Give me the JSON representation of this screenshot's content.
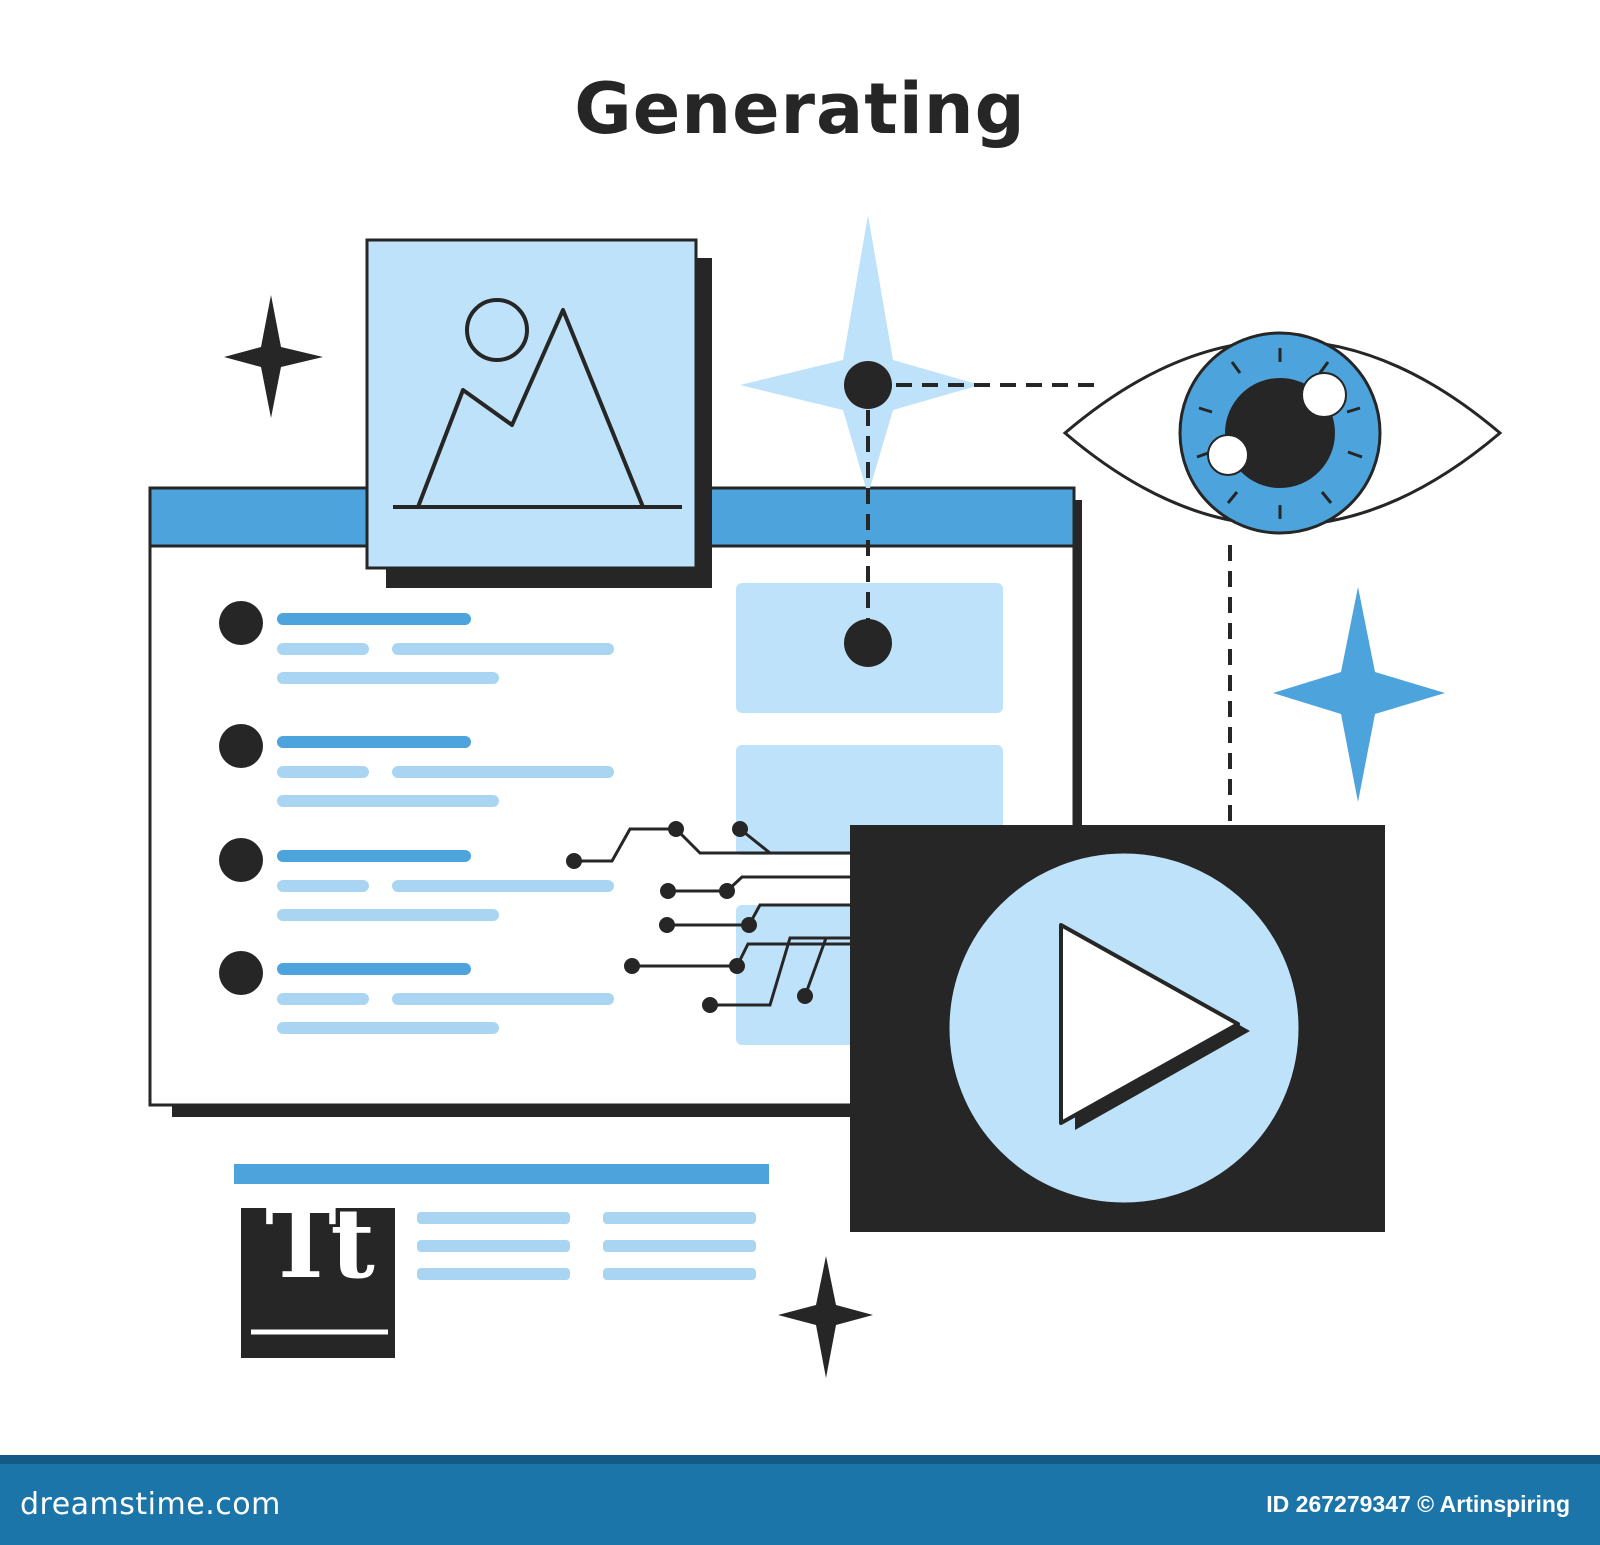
{
  "title": "Generating",
  "text_icon": {
    "label": "Tt"
  },
  "footer": {
    "logo": "dreamstime.com",
    "credit": "ID 267279347 © Artinspiring"
  },
  "colors": {
    "dark": "#262626",
    "light_blue": "#bfe2fb",
    "mid_blue": "#4da3db",
    "pale_blue": "#a9d5f3",
    "footer_blue": "#1c75a8"
  },
  "icons": [
    "image-icon",
    "eye-icon",
    "play-icon",
    "text-icon",
    "sparkle-icon",
    "circuit-icon",
    "browser-window"
  ]
}
